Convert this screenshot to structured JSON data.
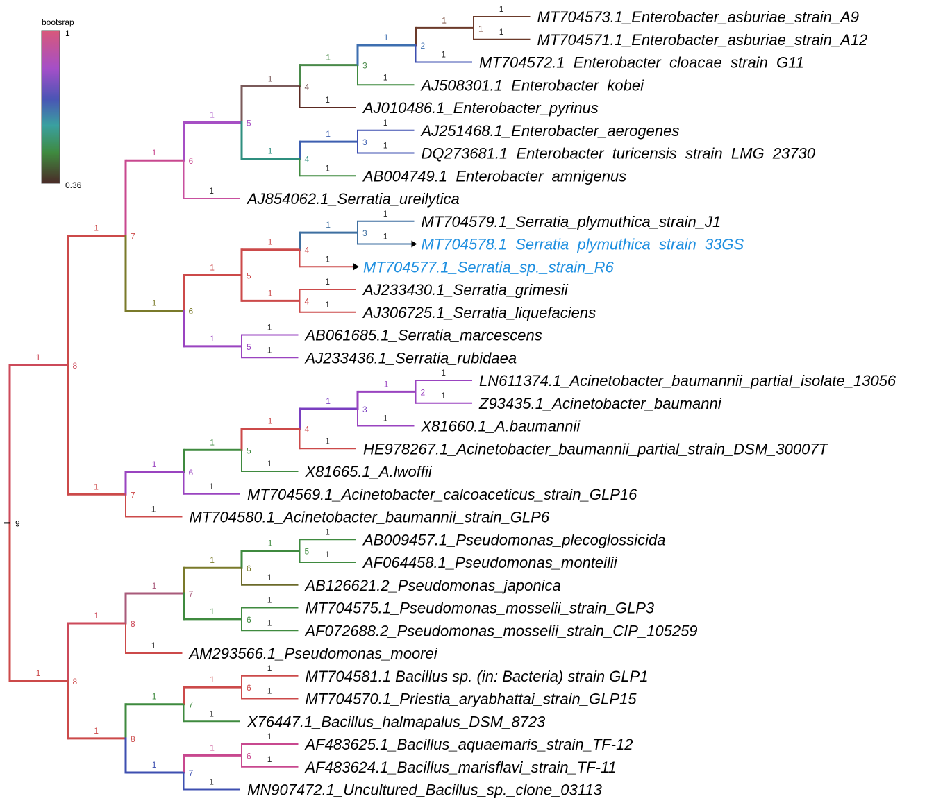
{
  "legend": {
    "title": "bootsrap",
    "max_label": "1",
    "min_label": "0.36"
  },
  "root_label": "9",
  "colors": {
    "highlight": "#1e8fe0",
    "arrow": "#000000",
    "bootstrap_text": "#222222"
  },
  "tips": [
    {
      "label": "MT704573.1_Enterobacter_asburiae_strain_A9",
      "highlight": false
    },
    {
      "label": "MT704571.1_Enterobacter_asburiae_strain_A12",
      "highlight": false
    },
    {
      "label": "MT704572.1_Enterobacter_cloacae_strain_G11",
      "highlight": false
    },
    {
      "label": "AJ508301.1_Enterobacter_kobei",
      "highlight": false
    },
    {
      "label": "AJ010486.1_Enterobacter_pyrinus",
      "highlight": false
    },
    {
      "label": "AJ251468.1_Enterobacter_aerogenes",
      "highlight": false
    },
    {
      "label": "DQ273681.1_Enterobacter_turicensis_strain_LMG_23730",
      "highlight": false
    },
    {
      "label": "AB004749.1_Enterobacter_amnigenus",
      "highlight": false
    },
    {
      "label": "AJ854062.1_Serratia_ureilytica",
      "highlight": false
    },
    {
      "label": "MT704579.1_Serratia_plymuthica_strain_J1",
      "highlight": false
    },
    {
      "label": "MT704578.1_Serratia_plymuthica_strain_33GS",
      "highlight": true
    },
    {
      "label": "MT704577.1_Serratia_sp._strain_R6",
      "highlight": true
    },
    {
      "label": "AJ233430.1_Serratia_grimesii",
      "highlight": false
    },
    {
      "label": "AJ306725.1_Serratia_liquefaciens",
      "highlight": false
    },
    {
      "label": "AB061685.1_Serratia_marcescens",
      "highlight": false
    },
    {
      "label": "AJ233436.1_Serratia_rubidaea",
      "highlight": false
    },
    {
      "label": "LN611374.1_Acinetobacter_baumannii_partial_isolate_13056",
      "highlight": false
    },
    {
      "label": "Z93435.1_Acinetobacter_baumanni",
      "highlight": false
    },
    {
      "label": "X81660.1_A.baumannii",
      "highlight": false
    },
    {
      "label": "HE978267.1_Acinetobacter_baumannii_partial_strain_DSM_30007T",
      "highlight": false
    },
    {
      "label": "X81665.1_A.lwoffii",
      "highlight": false
    },
    {
      "label": "MT704569.1_Acinetobacter_calcoaceticus_strain_GLP16",
      "highlight": false
    },
    {
      "label": "MT704580.1_Acinetobacter_baumannii_strain_GLP6",
      "highlight": false
    },
    {
      "label": "AB009457.1_Pseudomonas_plecoglossicida",
      "highlight": false
    },
    {
      "label": "AF064458.1_Pseudomonas_monteilii",
      "highlight": false
    },
    {
      "label": "AB126621.2_Pseudomonas_japonica",
      "highlight": false
    },
    {
      "label": "MT704575.1_Pseudomonas_mosselii_strain_GLP3",
      "highlight": false
    },
    {
      "label": "AF072688.2_Pseudomonas_mosselii_strain_CIP_105259",
      "highlight": false
    },
    {
      "label": "AM293566.1_Pseudomonas_moorei",
      "highlight": false
    },
    {
      "label": "MT704581.1 Bacillus sp. (in: Bacteria) strain GLP1",
      "highlight": false
    },
    {
      "label": "MT704570.1_Priestia_aryabhattai_strain_GLP15",
      "highlight": false
    },
    {
      "label": "X76447.1_Bacillus_halmapalus_DSM_8723",
      "highlight": false
    },
    {
      "label": "AF483625.1_Bacillus_aquaemaris_strain_TF-12",
      "highlight": false
    },
    {
      "label": "AF483624.1_Bacillus_marisflavi_strain_TF-11",
      "highlight": false
    },
    {
      "label": "MN907472.1_Uncultured_Bacillus_sp._clone_03113",
      "highlight": false
    }
  ],
  "tree": {
    "label": "9",
    "bs": null,
    "color": "#000000",
    "children": [
      {
        "label": "8",
        "bs": "1",
        "color": "#cc4a5a",
        "children": [
          {
            "label": "7",
            "bs": "1",
            "color": "#cc4a4a",
            "children": [
              {
                "label": "6",
                "bs": "1",
                "color": "#c8488f",
                "children": [
                  {
                    "label": "5",
                    "bs": "1",
                    "color": "#a64fc4",
                    "children": [
                      {
                        "label": "4",
                        "bs": "1",
                        "color": "#7a5a5a",
                        "children": [
                          {
                            "label": "3",
                            "bs": "1",
                            "color": "#4a8a4a",
                            "children": [
                              {
                                "label": "2",
                                "bs": "1",
                                "color": "#3e6fb0",
                                "children": [
                                  {
                                    "label": "1",
                                    "bs": "1",
                                    "color": "#6b3a2a",
                                    "children": [
                                      {
                                        "tip": 0,
                                        "bs": "1",
                                        "color": "#6b3a2a"
                                      },
                                      {
                                        "tip": 1,
                                        "bs": "1",
                                        "color": "#6b3a2a"
                                      }
                                    ]
                                  },
                                  {
                                    "tip": 2,
                                    "bs": "1",
                                    "color": "#3d4fb0"
                                  }
                                ]
                              },
                              {
                                "tip": 3,
                                "bs": "1",
                                "color": "#3f8a3f"
                              }
                            ]
                          },
                          {
                            "tip": 4,
                            "bs": "1",
                            "color": "#5a2a22"
                          }
                        ]
                      },
                      {
                        "label": "4",
                        "bs": "1",
                        "color": "#2f8f7f",
                        "children": [
                          {
                            "label": "3",
                            "bs": "1",
                            "color": "#3d5fb0",
                            "children": [
                              {
                                "tip": 5,
                                "bs": "1",
                                "color": "#3d4fb0"
                              },
                              {
                                "tip": 6,
                                "bs": "1",
                                "color": "#3d4fb0"
                              }
                            ]
                          },
                          {
                            "tip": 7,
                            "bs": "1",
                            "color": "#3f8a3f"
                          }
                        ]
                      }
                    ]
                  },
                  {
                    "tip": 8,
                    "bs": "1",
                    "color": "#c8509f"
                  }
                ]
              },
              {
                "label": "6",
                "bs": "1",
                "color": "#7a7a2a",
                "children": [
                  {
                    "label": "5",
                    "bs": "1",
                    "color": "#cc4a4a",
                    "children": [
                      {
                        "label": "4",
                        "bs": "1",
                        "color": "#cc4a4a",
                        "children": [
                          {
                            "label": "3",
                            "bs": "1",
                            "color": "#3e6fa0",
                            "children": [
                              {
                                "tip": 9,
                                "bs": "1",
                                "color": "#3e6fa0"
                              },
                              {
                                "tip": 10,
                                "bs": "1",
                                "color": "#3e6fa0"
                              }
                            ]
                          },
                          {
                            "tip": 11,
                            "bs": "1",
                            "color": "#cc4a4a"
                          }
                        ]
                      },
                      {
                        "label": "4",
                        "bs": "1",
                        "color": "#cc4a4a",
                        "children": [
                          {
                            "tip": 12,
                            "bs": "1",
                            "color": "#cc4a4a"
                          },
                          {
                            "tip": 13,
                            "bs": "1",
                            "color": "#cc4a4a"
                          }
                        ]
                      }
                    ]
                  },
                  {
                    "label": "5",
                    "bs": "1",
                    "color": "#9a44c0",
                    "children": [
                      {
                        "tip": 14,
                        "bs": "1",
                        "color": "#9a44c0"
                      },
                      {
                        "tip": 15,
                        "bs": "1",
                        "color": "#9a44c0"
                      }
                    ]
                  }
                ]
              }
            ]
          },
          {
            "label": "7",
            "bs": "1",
            "color": "#cc4a4a",
            "children": [
              {
                "label": "6",
                "bs": "1",
                "color": "#9a44c0",
                "children": [
                  {
                    "label": "5",
                    "bs": "1",
                    "color": "#3f8a3f",
                    "children": [
                      {
                        "label": "4",
                        "bs": "1",
                        "color": "#cc4a4a",
                        "children": [
                          {
                            "label": "3",
                            "bs": "1",
                            "color": "#7a3fc0",
                            "children": [
                              {
                                "label": "2",
                                "bs": "1",
                                "color": "#9a44c0",
                                "children": [
                                  {
                                    "tip": 16,
                                    "bs": "1",
                                    "color": "#9a44c0"
                                  },
                                  {
                                    "tip": 17,
                                    "bs": "1",
                                    "color": "#9a44c0"
                                  }
                                ]
                              },
                              {
                                "tip": 18,
                                "bs": "1",
                                "color": "#9a44c0"
                              }
                            ]
                          },
                          {
                            "tip": 19,
                            "bs": "1",
                            "color": "#cc4a4a"
                          }
                        ]
                      },
                      {
                        "tip": 20,
                        "bs": "1",
                        "color": "#3f8a3f"
                      }
                    ]
                  },
                  {
                    "tip": 21,
                    "bs": "1",
                    "color": "#9a44c0"
                  }
                ]
              },
              {
                "tip": 22,
                "bs": "1",
                "color": "#cc4a4a"
              }
            ]
          }
        ]
      },
      {
        "label": "8",
        "bs": "1",
        "color": "#cc4a4a",
        "children": [
          {
            "label": "8",
            "bs": "1",
            "color": "#cc4a5a",
            "children": [
              {
                "label": "7",
                "bs": "1",
                "color": "#a85a7a",
                "children": [
                  {
                    "label": "6",
                    "bs": "1",
                    "color": "#7a7a2a",
                    "children": [
                      {
                        "label": "5",
                        "bs": "1",
                        "color": "#3f8a3f",
                        "children": [
                          {
                            "tip": 23,
                            "bs": "1",
                            "color": "#3f8a3f"
                          },
                          {
                            "tip": 24,
                            "bs": "1",
                            "color": "#3f8a3f"
                          }
                        ]
                      },
                      {
                        "tip": 25,
                        "bs": "1",
                        "color": "#6b6a2a"
                      }
                    ]
                  },
                  {
                    "label": "6",
                    "bs": "1",
                    "color": "#3f8a3f",
                    "children": [
                      {
                        "tip": 26,
                        "bs": "1",
                        "color": "#3f8a3f"
                      },
                      {
                        "tip": 27,
                        "bs": "1",
                        "color": "#3f8a3f"
                      }
                    ]
                  }
                ]
              },
              {
                "tip": 28,
                "bs": "1",
                "color": "#cc4a4a"
              }
            ]
          },
          {
            "label": "8",
            "bs": "1",
            "color": "#cc4a4a",
            "children": [
              {
                "label": "7",
                "bs": "1",
                "color": "#3f8a3f",
                "children": [
                  {
                    "label": "6",
                    "bs": "1",
                    "color": "#cc4a4a",
                    "children": [
                      {
                        "tip": 29,
                        "bs": "1",
                        "color": "#cc4a4a"
                      },
                      {
                        "tip": 30,
                        "bs": "1",
                        "color": "#cc4a4a"
                      }
                    ]
                  },
                  {
                    "tip": 31,
                    "bs": "1",
                    "color": "#3f8a3f"
                  }
                ]
              },
              {
                "label": "7",
                "bs": "1",
                "color": "#3d4fb0",
                "children": [
                  {
                    "label": "6",
                    "bs": "1",
                    "color": "#c8488f",
                    "children": [
                      {
                        "tip": 32,
                        "bs": "1",
                        "color": "#c8488f"
                      },
                      {
                        "tip": 33,
                        "bs": "1",
                        "color": "#c8488f"
                      }
                    ]
                  },
                  {
                    "tip": 34,
                    "bs": "1",
                    "color": "#3d4fb0"
                  }
                ]
              }
            ]
          }
        ]
      }
    ]
  }
}
